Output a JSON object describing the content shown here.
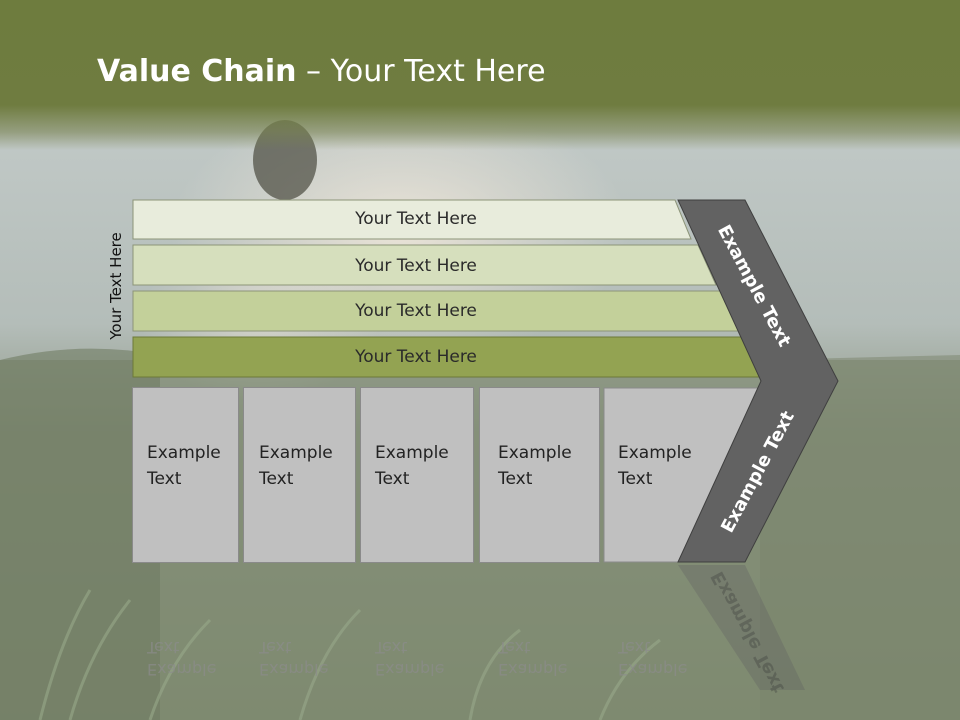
{
  "title": {
    "bold": "Value Chain",
    "rest": " – Your Text Here"
  },
  "side_label": "Your Text Here",
  "bars": [
    {
      "label": "Your Text Here",
      "color": "#e8ecdc"
    },
    {
      "label": "Your Text Here",
      "color": "#d6dfbd"
    },
    {
      "label": "Your Text Here",
      "color": "#c3d09a"
    },
    {
      "label": "Your Text Here",
      "color": "#93a352"
    }
  ],
  "boxes": [
    {
      "text": "Example\nText"
    },
    {
      "text": "Example\nText"
    },
    {
      "text": "Example\nText"
    },
    {
      "text": "Example\nText"
    },
    {
      "text": "Example\nText"
    }
  ],
  "chevron": {
    "top_text": "Example Text",
    "bottom_text": "Example Text",
    "color": "#626262"
  },
  "colors": {
    "banner": "#6f7c40",
    "box": "#c0c0c0"
  }
}
